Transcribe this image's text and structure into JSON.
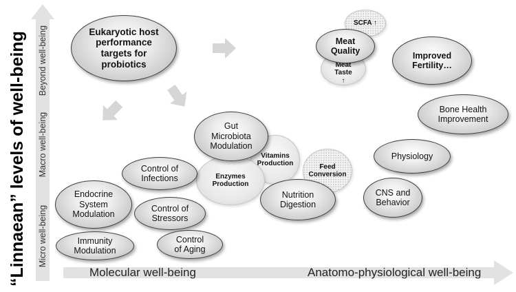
{
  "y_axis": {
    "title": "“Linnaean” levels of well-being",
    "levels": [
      "Micro well-being",
      "Macro well-being",
      "Beyond well-being"
    ]
  },
  "x_axis": {
    "left_label": "Molecular well-being",
    "right_label": "Anatomo-physiological well-being"
  },
  "nodes": {
    "targets": "Eukaryotic host performance targets for probiotics",
    "scfa": "SCFA ↑",
    "meat_quality": "Meat Quality",
    "meat_taste": "Meat Taste ↑",
    "fertility": "Improved Fertility…",
    "bone_health": "Bone Health Improvement",
    "gut_microbiota": "Gut Microbiota Modulation",
    "vitamins": "Vitamins Production",
    "feed_conversion": "Feed Conversion",
    "enzymes": "Enzymes Production",
    "nutrition": "Nutrition Digestion",
    "physiology": "Physiology",
    "cns": "CNS and Behavior",
    "infections": "Control of Infections",
    "endocrine": "Endocrine System Modulation",
    "stressors": "Control of Stressors",
    "immunity": "Immunity Modulation",
    "aging": "Control of Aging"
  },
  "colors": {
    "arrow_fill": "#d6d6d6",
    "node_dark_border": "#3d3d3d",
    "node_light_fill": "#e9e9e9"
  }
}
